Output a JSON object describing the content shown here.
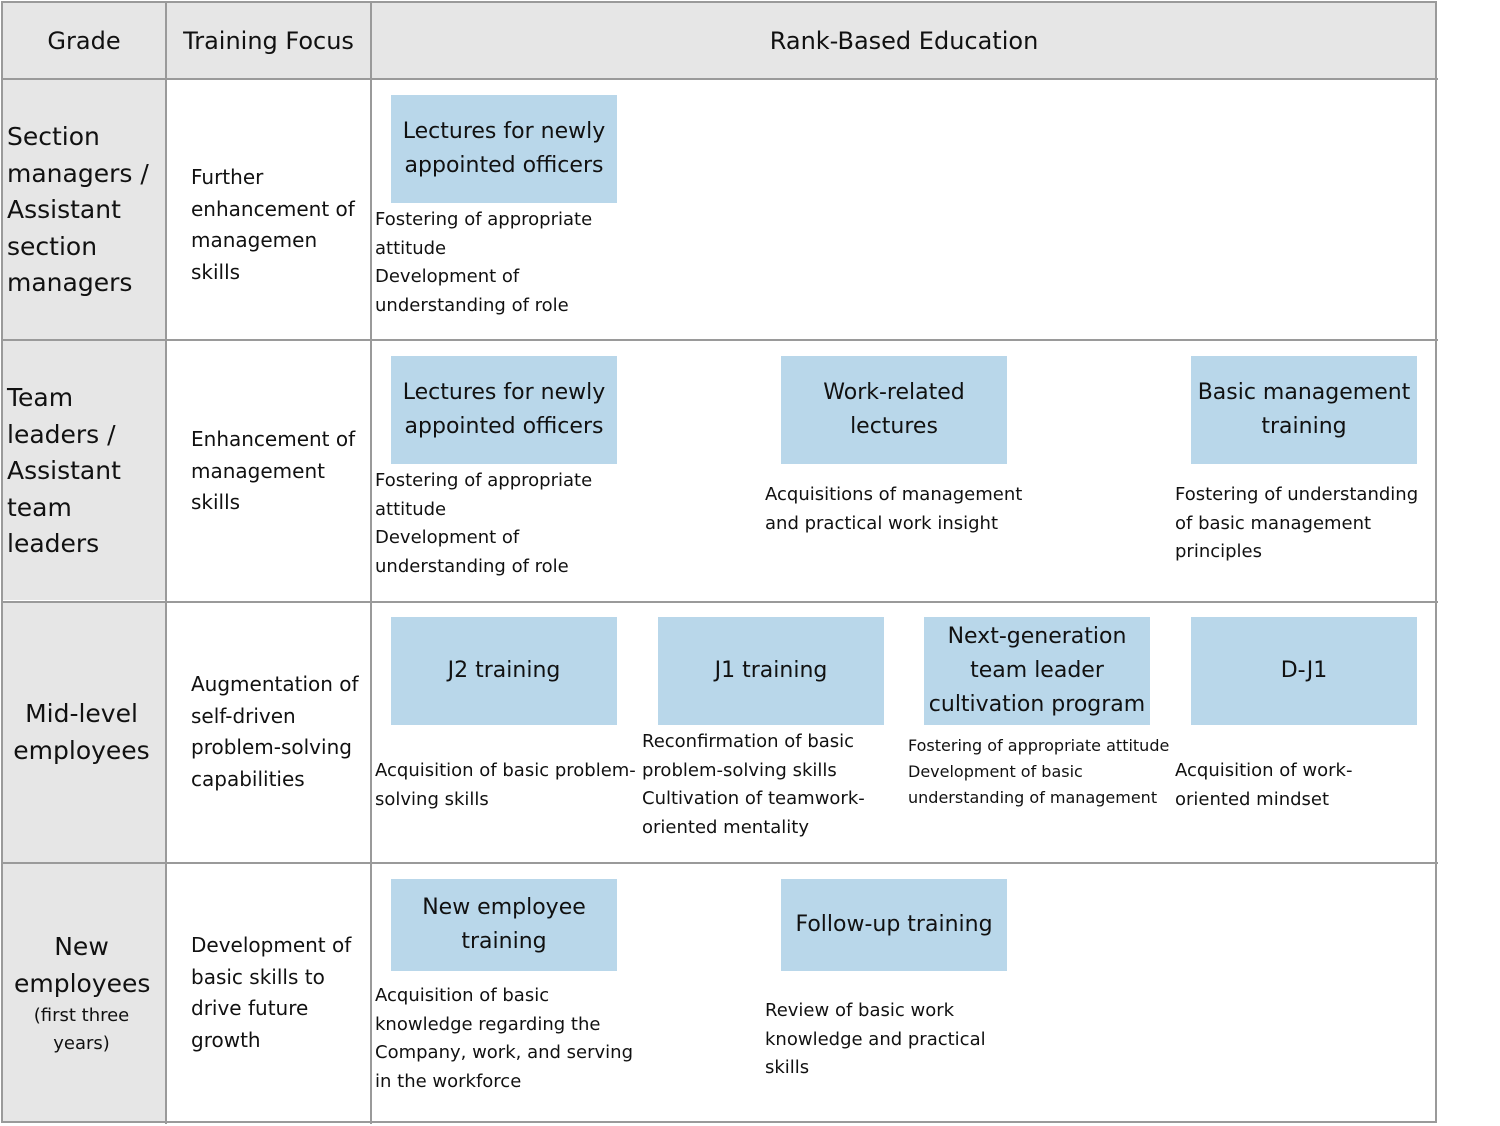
{
  "header": {
    "grade": "Grade",
    "focus": "Training Focus",
    "education": "Rank-Based Education"
  },
  "rows": [
    {
      "grade": "Section managers / Assistant section managers",
      "focus": "Further enhancement of managemen skills",
      "programs": [
        {
          "title": "Lectures for newly appointed officers",
          "lines": [
            "Fostering of appropriate attitude",
            "Development of understanding of role"
          ]
        }
      ]
    },
    {
      "grade": "Team leaders / Assistant team leaders",
      "focus": "Enhancement of management skills",
      "programs": [
        {
          "title": "Lectures for newly appointed officers",
          "lines": [
            "Fostering of appropriate attitude",
            "Development of understanding of role"
          ]
        },
        {
          "title": "Work-related lectures",
          "lines": [
            "Acquisitions of management and practical work insight"
          ]
        },
        {
          "title": "Basic management training",
          "lines": [
            "Fostering of understanding of basic management principles"
          ]
        }
      ]
    },
    {
      "grade": "Mid-level employees",
      "focus": "Augmentation of self-driven problem-solving capabilities",
      "programs": [
        {
          "title": "J2 training",
          "lines": [
            "Acquisition of basic problem-solving skills"
          ]
        },
        {
          "title": "J1 training",
          "lines": [
            "Reconfirmation of basic problem-solving skills",
            "Cultivation of teamwork-oriented mentality"
          ]
        },
        {
          "title": "Next-generation team leader cultivation program",
          "lines": [
            "Fostering of appropriate attitude",
            "Development of basic understanding of management"
          ]
        },
        {
          "title": "D-J1",
          "lines": [
            "Acquisition of work-oriented mindset"
          ]
        }
      ]
    },
    {
      "grade": "New employees",
      "grade_note": "(first three years)",
      "focus": "Development of basic skills to drive future growth",
      "programs": [
        {
          "title": "New employee training",
          "lines": [
            "Acquisition of basic knowledge regarding the Company, work, and serving in the workforce"
          ]
        },
        {
          "title": "Follow-up training",
          "lines": [
            "Review of basic work knowledge and practical skills"
          ]
        }
      ]
    }
  ]
}
